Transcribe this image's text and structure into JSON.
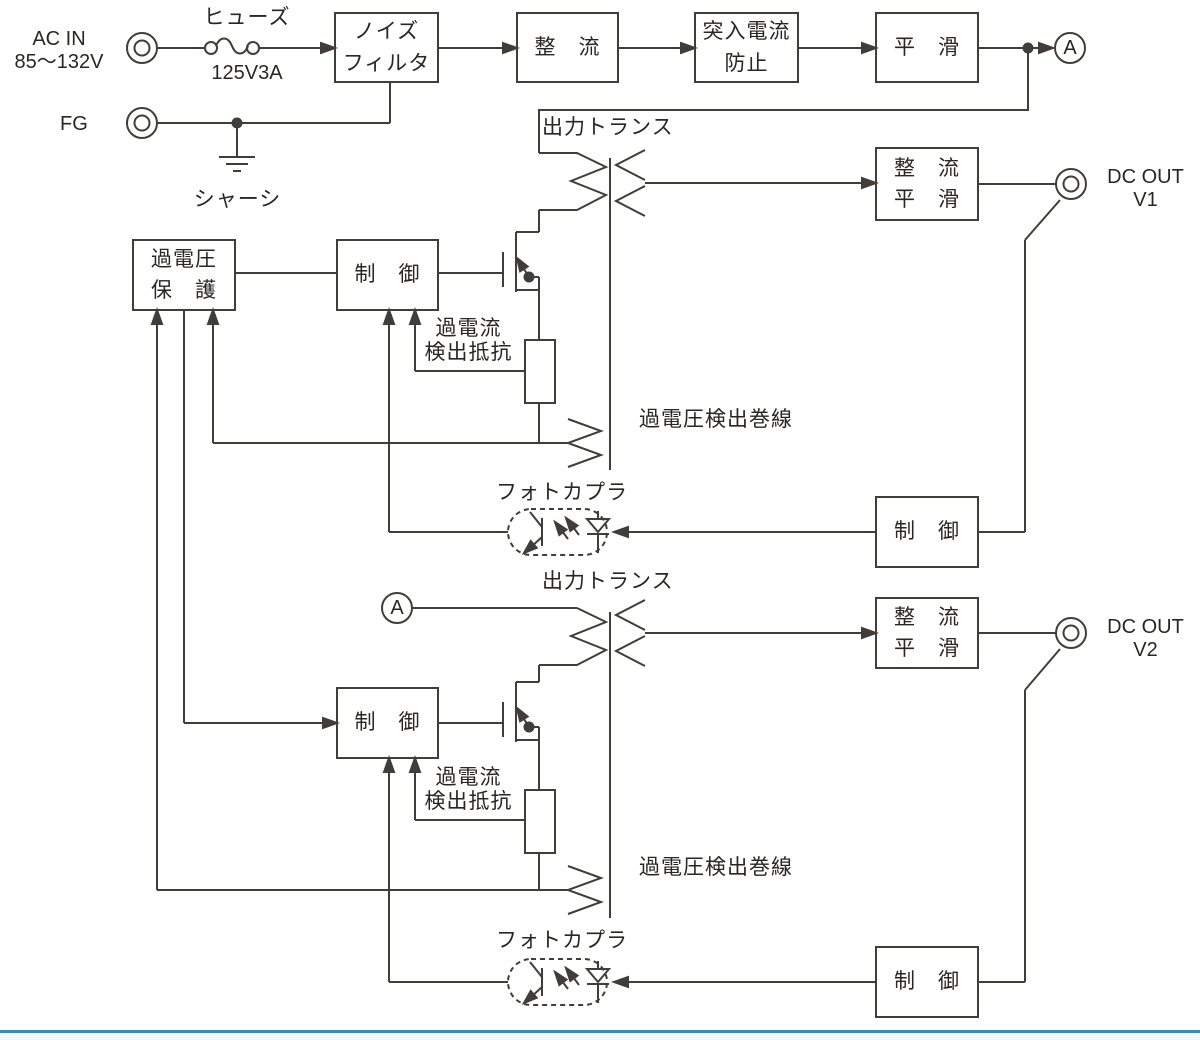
{
  "input": {
    "ac_in": "AC IN\n85〜132V",
    "fg": "FG",
    "fuse_label": "ヒューズ",
    "fuse_rating": "125V3A",
    "chassis": "シャーシ"
  },
  "blocks": {
    "noise_filter": "ノイズ\nフィルタ",
    "rectifier": "整　流",
    "inrush_prevent": "突入電流\n防止",
    "smoothing": "平　滑",
    "overvoltage_protection": "過電圧\n保　護",
    "control": "制　御",
    "rectify_smooth": "整　流\n平　滑"
  },
  "markers": {
    "a_node": "A"
  },
  "annotations": {
    "output_transformer": "出力トランス",
    "overcurrent_resistor": "過電流\n検出抵抗",
    "overvoltage_winding": "過電圧検出巻線",
    "photocoupler": "フォトカプラ"
  },
  "outputs": {
    "dc_out_v1": "DC OUT\nV1",
    "dc_out_v2": "DC OUT\nV2"
  },
  "colors": {
    "line": "#433d39",
    "text": "#2b2623",
    "accent_bar": "#2492d1",
    "accent_bar_fill": "#f2f7fc"
  }
}
